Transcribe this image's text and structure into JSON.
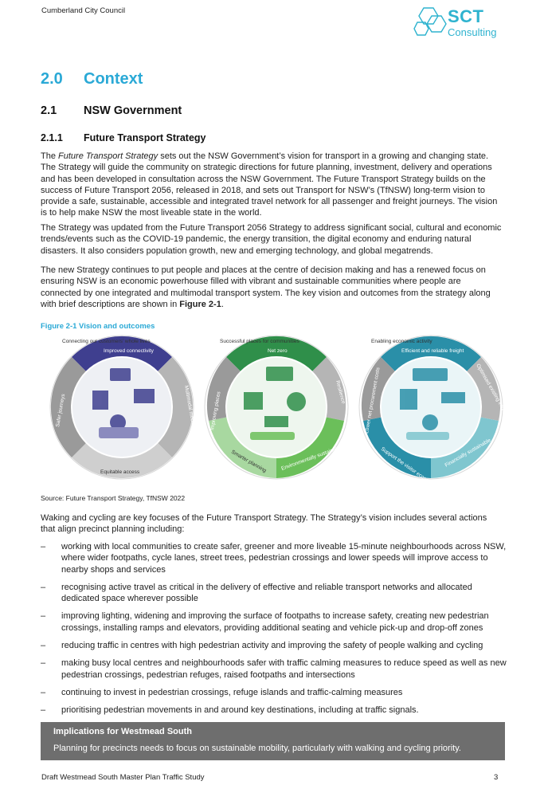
{
  "header": {
    "organisation": "Cumberland City Council"
  },
  "logo": {
    "brand": "SCT",
    "tagline": "Consulting",
    "color": "#2fb3cf"
  },
  "headings": {
    "chapter_num": "2.0",
    "chapter_title": "Context",
    "section_num": "2.1",
    "section_title": "NSW Government",
    "sub_num": "2.1.1",
    "sub_title": "Future Transport Strategy"
  },
  "paragraphs": {
    "p1_pre": "The ",
    "p1_italic": "Future Transport Strategy",
    "p1_post": " sets out the NSW Government’s vision for transport in a growing and changing state. The Strategy will guide the community on strategic directions for future planning, investment, delivery and operations and has been developed in consultation across the NSW Government. The Future Transport Strategy builds on the success of Future Transport 2056, released in 2018, and sets out Transport for NSW’s (TfNSW) long-term vision to provide a safe, sustainable, accessible and integrated travel network for all passenger and freight journeys. The vision is to help make NSW the most liveable state in the world.",
    "p2": "The Strategy was updated from the Future Transport 2056 Strategy to address significant social, cultural and economic trends/events such as the COVID-19 pandemic, the energy transition, the digital economy and enduring natural disasters. It also considers population growth, new and emerging technology, and global megatrends.",
    "p3_pre": "The new Strategy continues to put people and places at the centre of decision making and has a renewed focus on ensuring NSW is an economic powerhouse filled with vibrant and sustainable communities where people are connected by one integrated and multimodal transport system. The key vision and outcomes from the strategy along with brief descriptions are shown in ",
    "p3_bold": "Figure 2-1",
    "p3_post": ".",
    "p4": "Waking and cycling are key focuses of the Future Transport Strategy. The Strategy’s vision includes several actions that align precinct planning including:"
  },
  "figure": {
    "caption": "Figure 2-1 Vision and outcomes",
    "source": "Source: Future Transport Strategy, TfNSW 2022",
    "wheels": [
      {
        "top": "Improved connectivity",
        "right": "Multimodal mobility",
        "bottom": "Equitable access",
        "left": "Safer journeys",
        "ring": "Connecting our customers’ whole lives",
        "top_color": "#3f3f8f",
        "accent": "#9a9a9a"
      },
      {
        "top": "Net zero",
        "right": "Resilience",
        "bottom": "Environmentally sustainable",
        "bottom_left": "Smarter planning",
        "left": "Improving places",
        "ring": "Successful places for communities",
        "top_color": "#2f8f4a",
        "accent": "#6bbf5a"
      },
      {
        "top": "Efficient and reliable freight",
        "right": "Optimised existing infrastructure",
        "bottom": "Financially sustainable",
        "bottom_left": "Support the visitor economy",
        "left": "Lower net procurement costs",
        "ring": "Enabling economic activity",
        "top_color": "#2a8fa8",
        "accent": "#7fc6cf"
      }
    ]
  },
  "bullets": [
    "working with local communities to create safer, greener and more liveable 15-minute neighbourhoods across NSW, where wider footpaths, cycle lanes, street trees, pedestrian crossings and lower speeds will improve access to nearby shops and services",
    "recognising active travel as critical in the delivery of effective and reliable transport networks and allocated dedicated space wherever possible",
    "improving lighting, widening and improving the surface of footpaths to increase safety, creating new pedestrian crossings, installing ramps and elevators, providing additional seating and vehicle pick-up and drop-off zones",
    "reducing traffic in centres with high pedestrian activity and improving the safety of people walking and cycling",
    "making busy local centres and neighbourhoods safer with traffic calming measures to reduce speed as well as new pedestrian crossings, pedestrian refuges, raised footpaths and intersections",
    "continuing to invest in pedestrian crossings, refuge islands and traffic-calming measures",
    "prioritising pedestrian movements in and around key destinations, including at traffic signals."
  ],
  "bullet_marker": "–",
  "callout": {
    "title": "Implications for Westmead South",
    "body": "Planning for precincts needs to focus on sustainable mobility, particularly with walking and cycling priority."
  },
  "footer": {
    "document": "Draft Westmead South Master Plan Traffic Study",
    "page": "3"
  }
}
